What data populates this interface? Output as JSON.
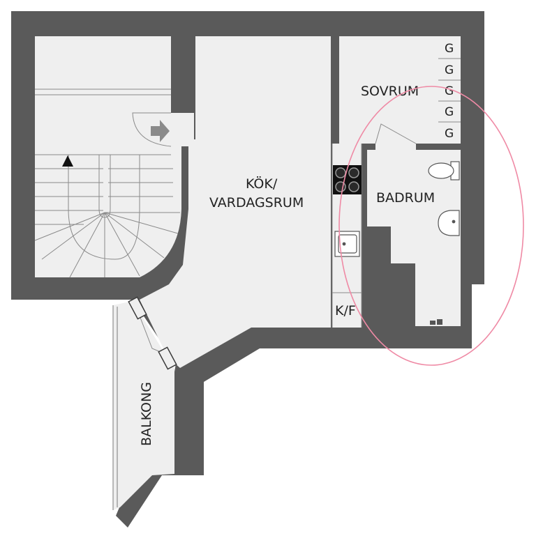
{
  "rooms": {
    "kitchen_line1": "KÖK/",
    "kitchen_line2": "VARDAGSRUM",
    "bedroom": "SOVRUM",
    "bathroom": "BADRUM",
    "fridge": "K/F",
    "balcony": "BALKONG"
  },
  "wardrobe_labels": [
    "G",
    "G",
    "G",
    "G",
    "G"
  ],
  "colors": {
    "wall": "#5a5a5a",
    "floor": "#efefef",
    "line": "#9a9a9a",
    "highlight": "#ef8aa5"
  },
  "icons": [
    "door-arrow-icon",
    "stair-up-arrow-icon",
    "stove-icon",
    "sink-icon",
    "toilet-icon",
    "washbasin-icon",
    "floor-drain-icon"
  ]
}
